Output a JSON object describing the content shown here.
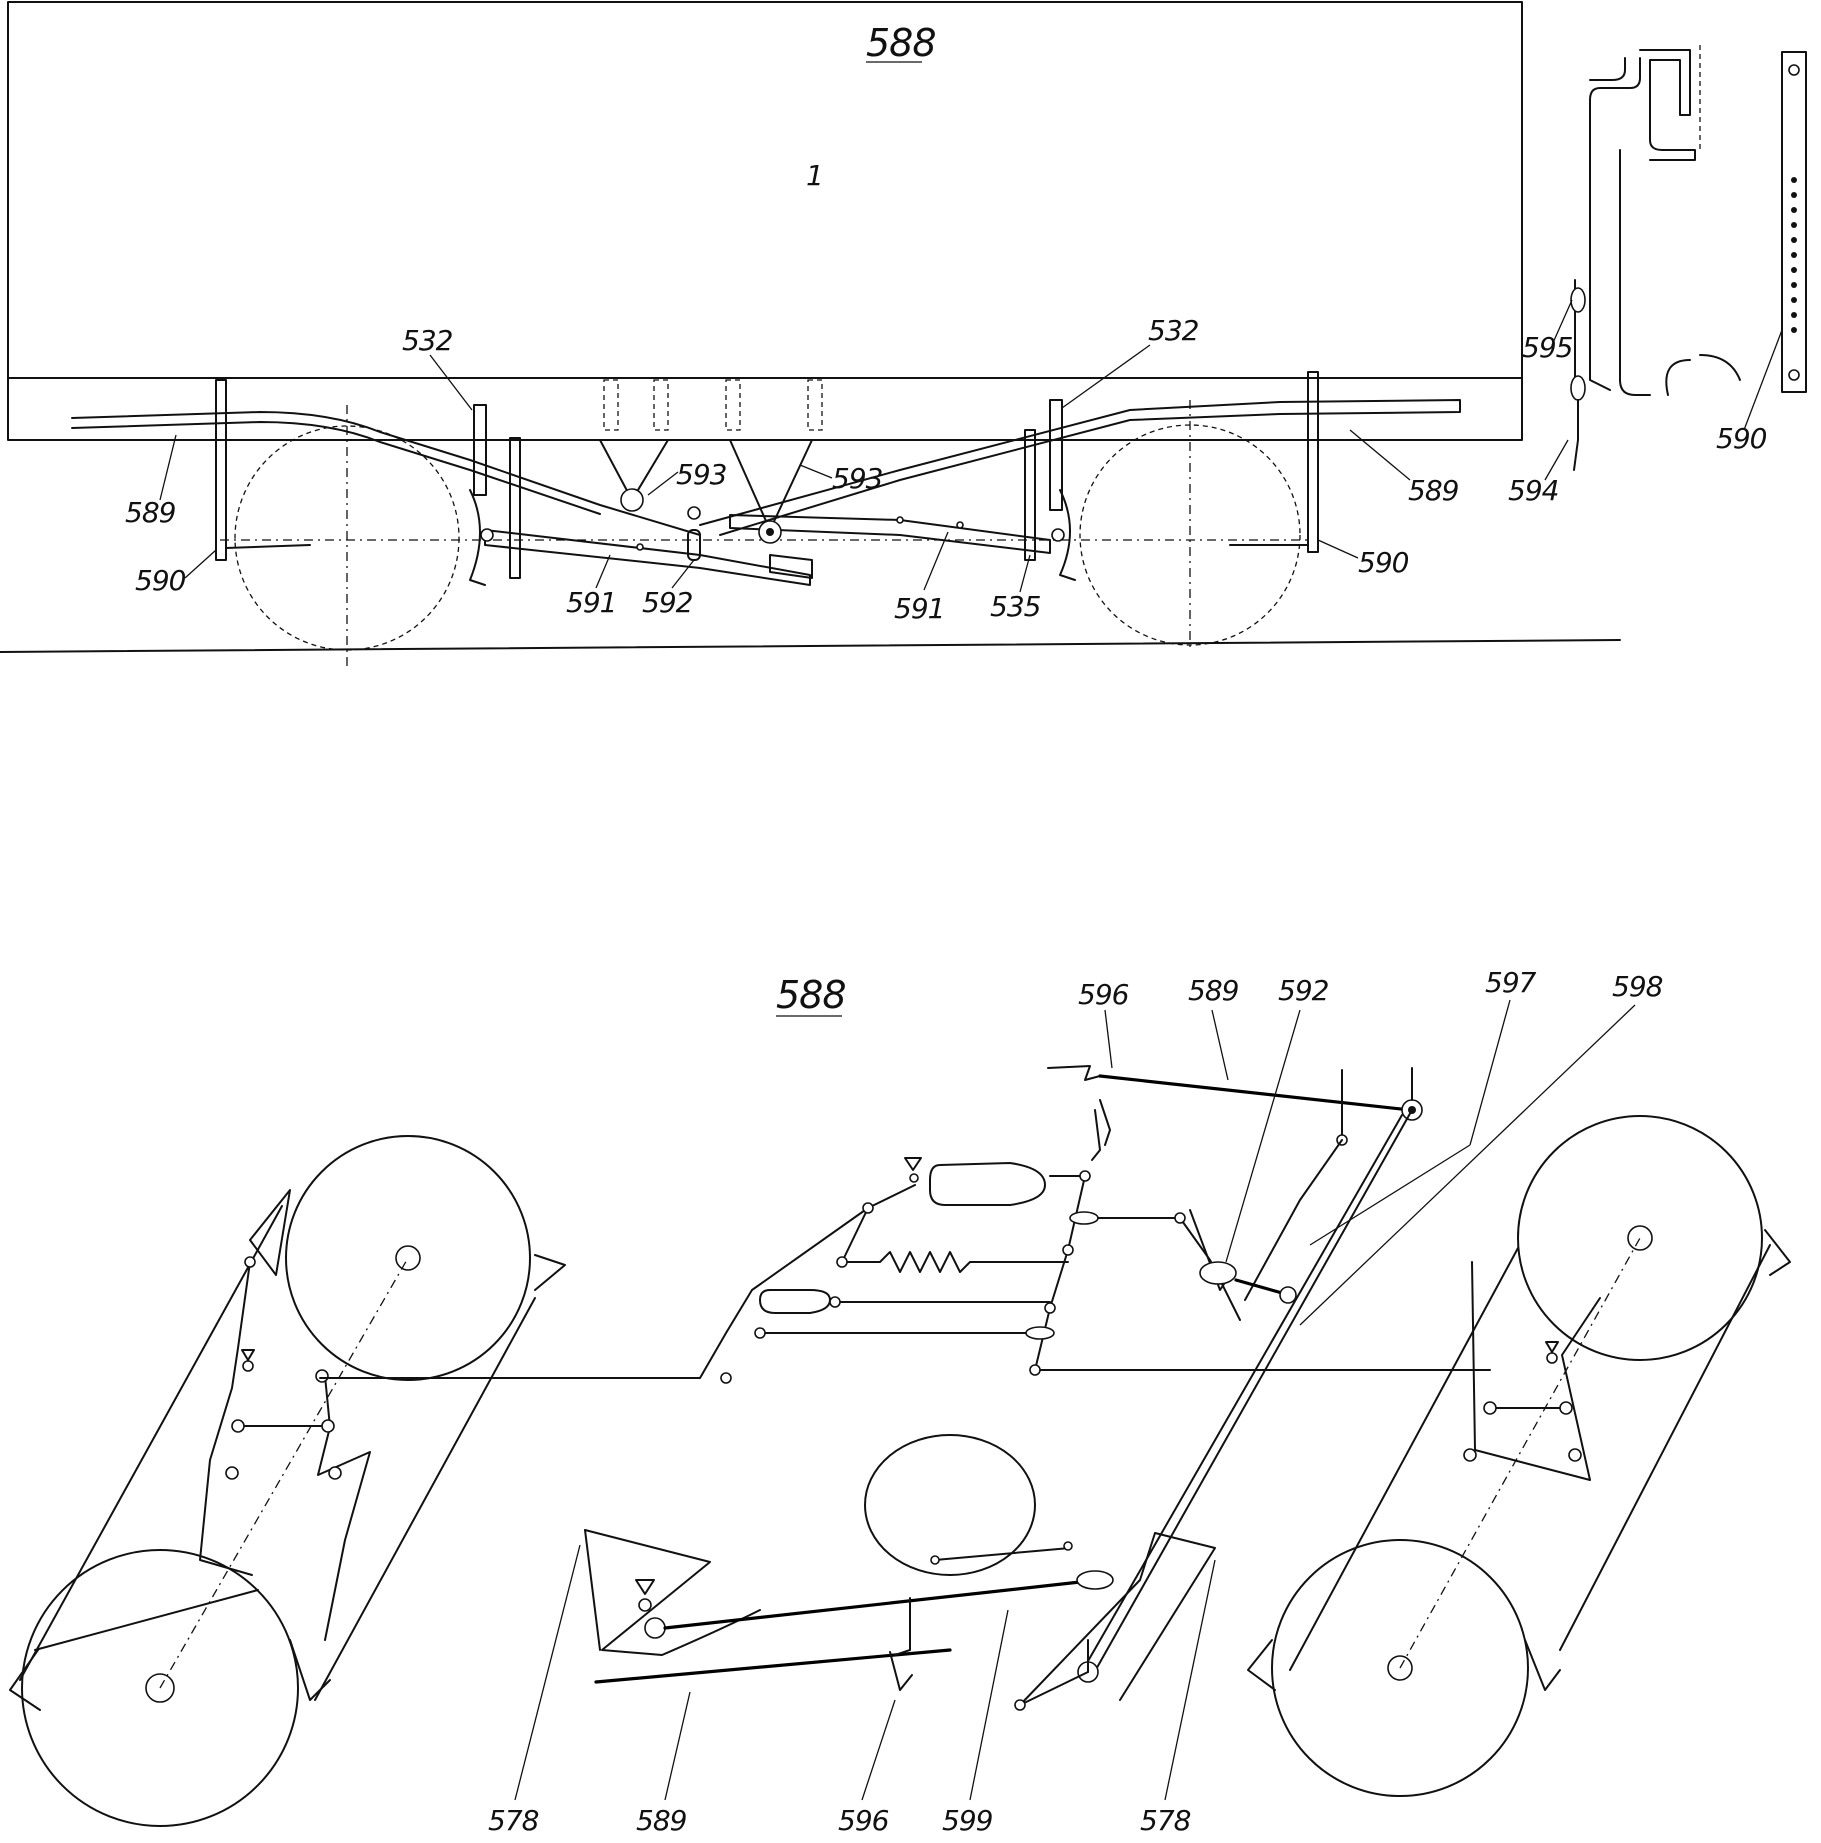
{
  "top_view": {
    "body_label": "588",
    "center_mark": "1",
    "labels": {
      "l532_left": "532",
      "l532_right": "532",
      "l589_left": "589",
      "l589_right": "589",
      "l590_left": "590",
      "l590_right": "590",
      "l591_left": "591",
      "l591_right": "591",
      "l592": "592",
      "l593_left": "593",
      "l593_right": "593",
      "l535": "535"
    }
  },
  "detail_view": {
    "labels": {
      "l595": "595",
      "l594": "594",
      "l590": "590"
    }
  },
  "bottom_view": {
    "title_label": "588",
    "labels": {
      "l596_top": "596",
      "l589_top": "589",
      "l592": "592",
      "l597": "597",
      "l598": "598",
      "l578_left": "578",
      "l589_bottom": "589",
      "l596_bottom": "596",
      "l599": "599",
      "l578_right": "578"
    }
  }
}
